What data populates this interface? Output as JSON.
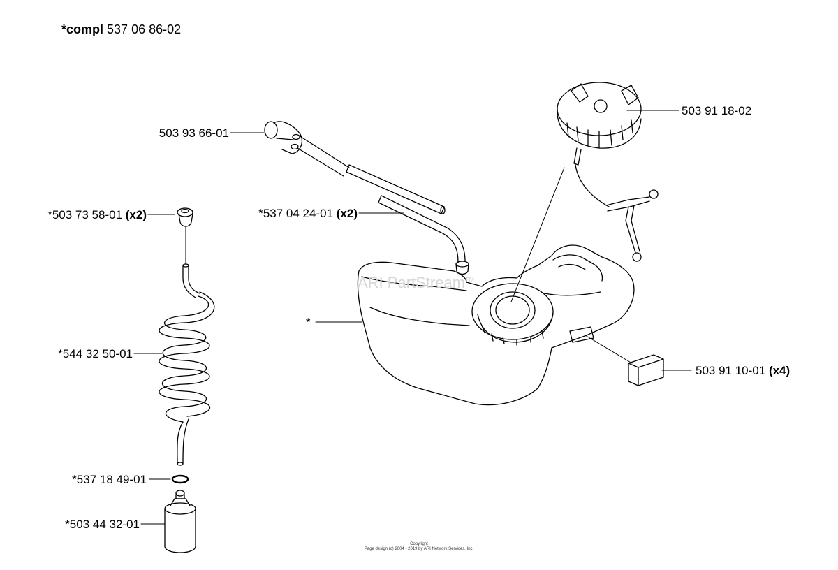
{
  "header": {
    "compl_prefix": "*compl",
    "compl_number": "537 06 86-02"
  },
  "parts": [
    {
      "id": "fuel-pump-fitting",
      "number": "503 93 66-01",
      "qty": ""
    },
    {
      "id": "fuel-cap",
      "number": "503 91 18-02",
      "qty": ""
    },
    {
      "id": "grommet",
      "number": "*503 73 58-01",
      "qty": "(x2)"
    },
    {
      "id": "fuel-hose",
      "number": "*537 04 24-01",
      "qty": "(x2)"
    },
    {
      "id": "fuel-tank",
      "number": "*",
      "qty": ""
    },
    {
      "id": "coil-hose",
      "number": "*544 32 50-01",
      "qty": ""
    },
    {
      "id": "rubber-pad",
      "number": "503 91 10-01",
      "qty": "(x4)"
    },
    {
      "id": "o-ring",
      "number": "*537 18 49-01",
      "qty": ""
    },
    {
      "id": "fuel-filter",
      "number": "*503 44 32-01",
      "qty": ""
    }
  ],
  "watermark": {
    "text": "ARI PartStream",
    "tm": "TM"
  },
  "copyright": {
    "line1": "Copyright",
    "line2": "Page design (c) 2004 - 2019 by ARI Network Services, Inc."
  }
}
